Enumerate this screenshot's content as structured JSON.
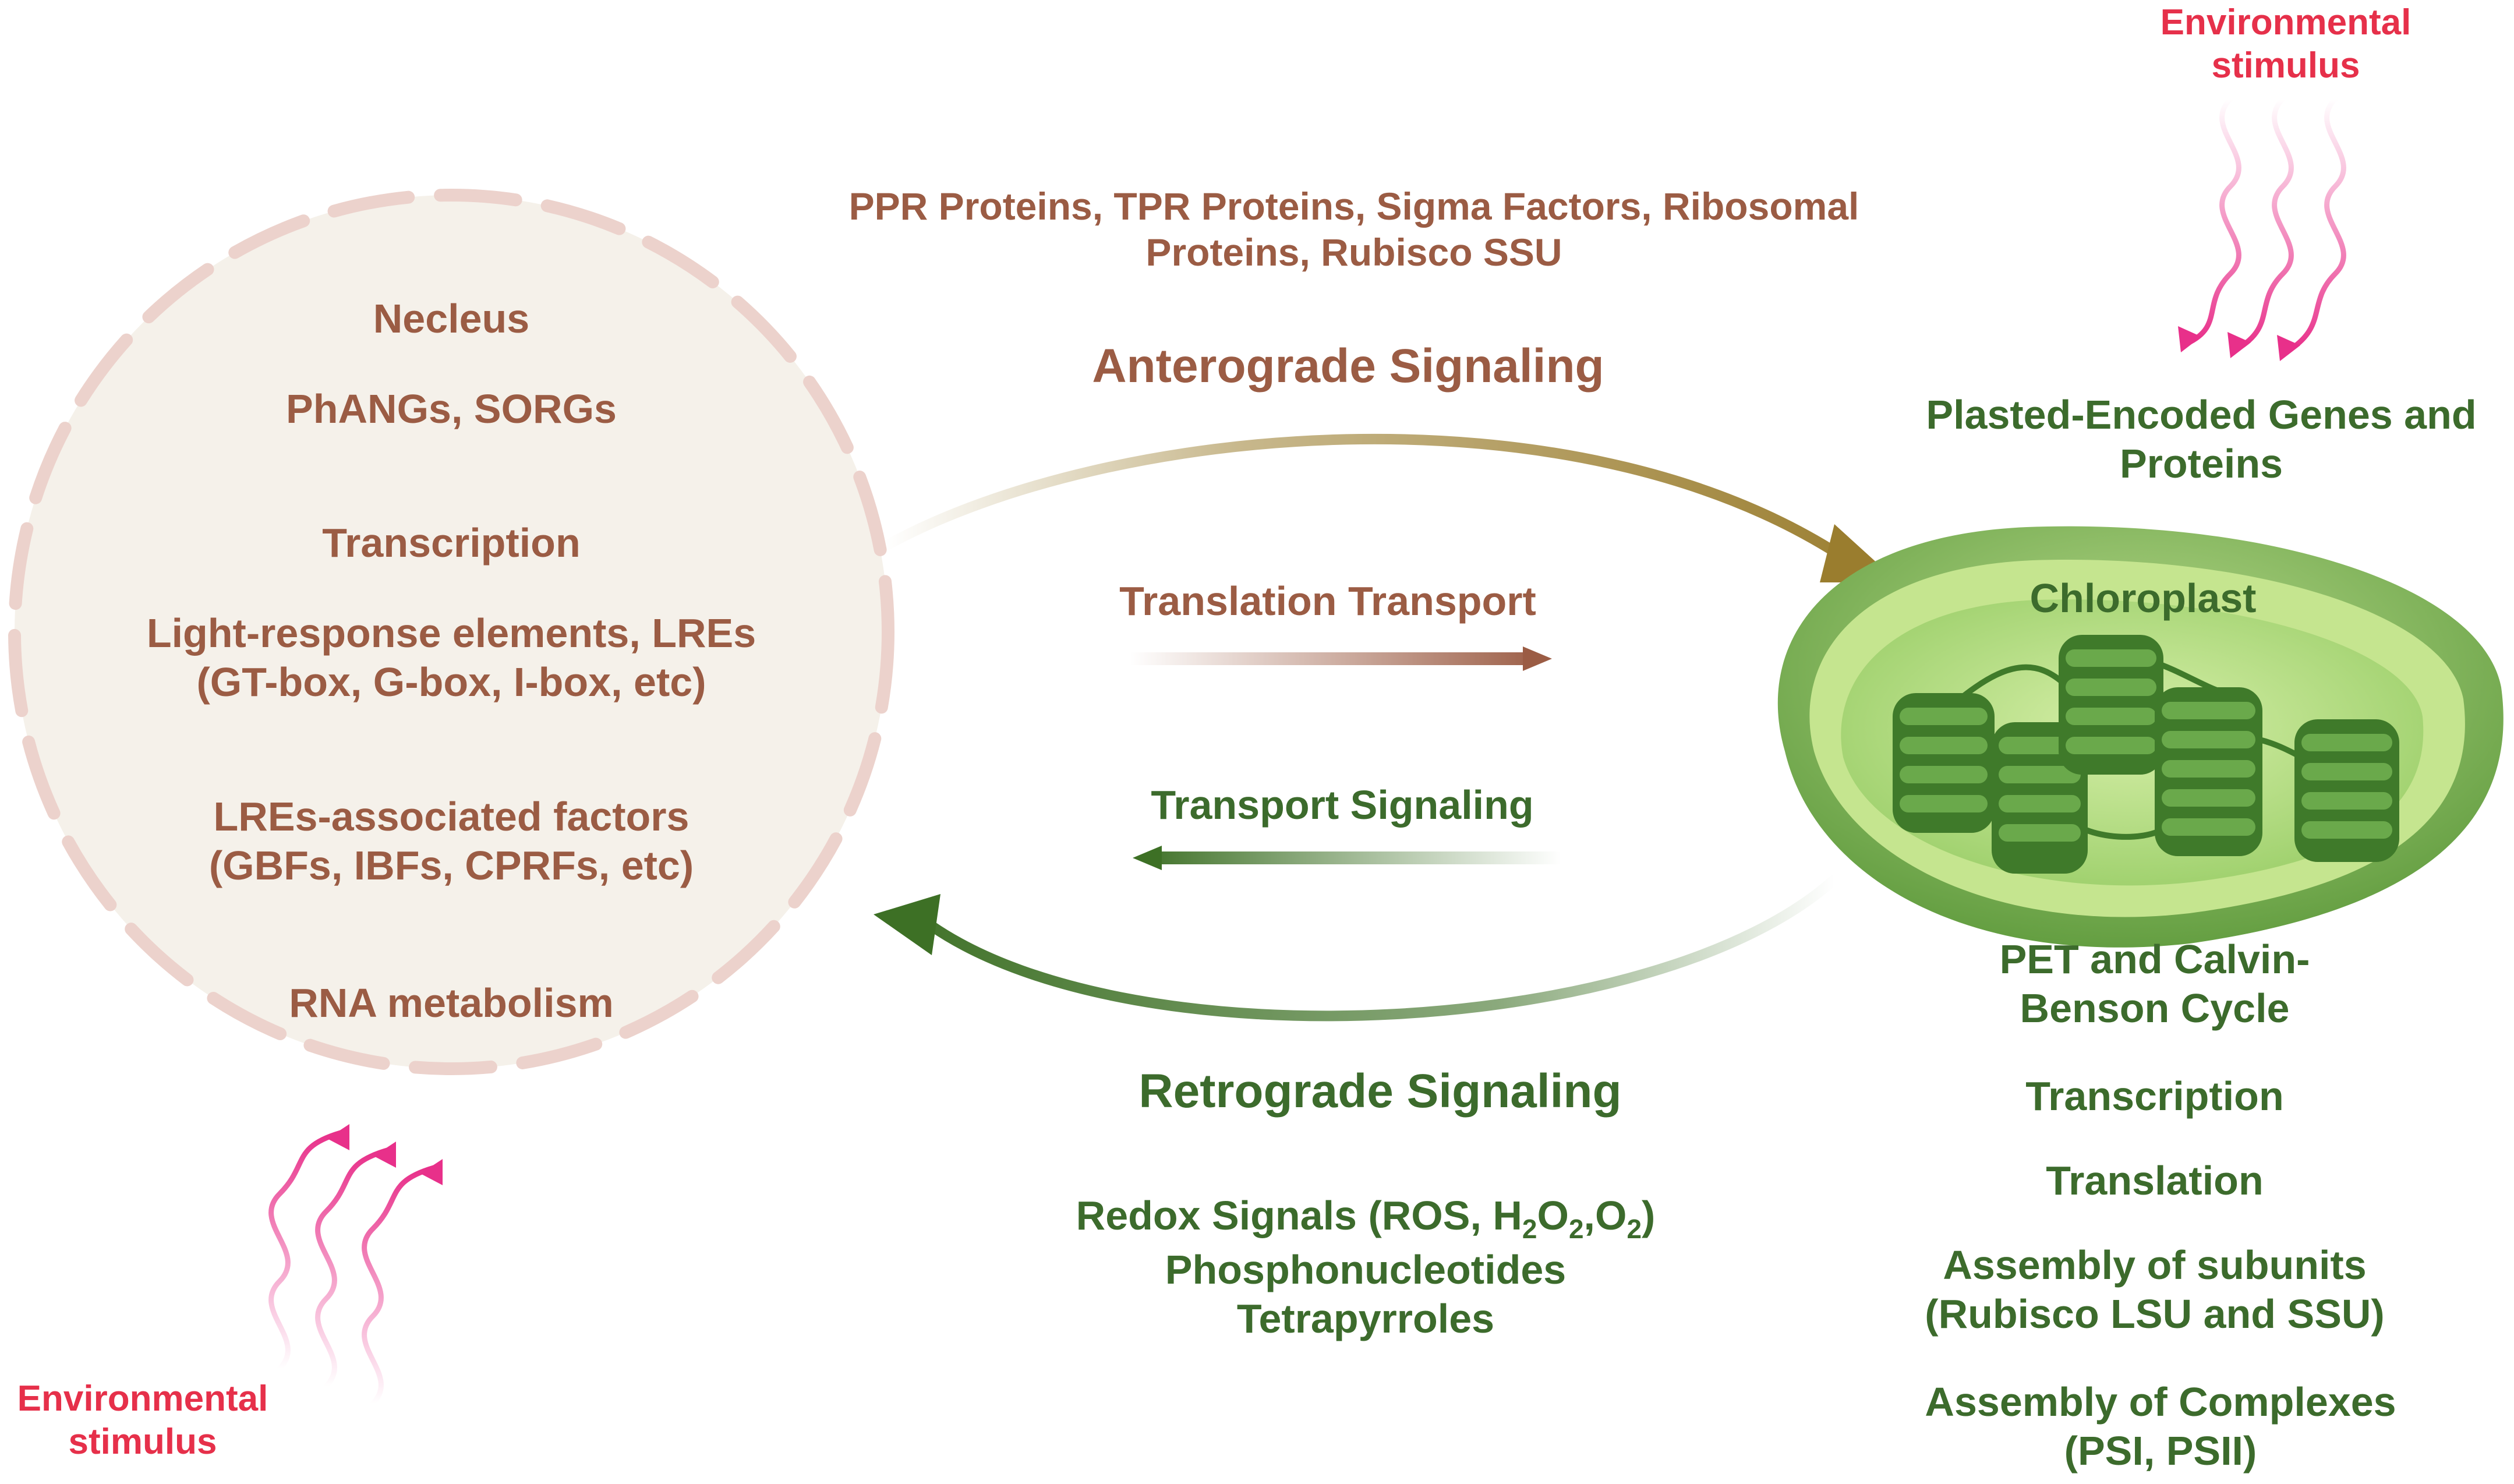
{
  "nucleus": {
    "title": "Necleus",
    "genes": "PhANGs, SORGs",
    "transcription": "Transcription",
    "lre_line1": "Light-response elements, LREs",
    "lre_line2": "(GT-box, G-box, I-box, etc)",
    "factors_line1": "LREs-associated factors",
    "factors_line2": "(GBFs, IBFs, CPRFs, etc)",
    "rna": "RNA metabolism"
  },
  "anterograde": {
    "proteins_line1": "PPR Proteins, TPR Proteins, Sigma Factors, Ribosomal",
    "proteins_line2": "Proteins, Rubisco SSU",
    "title": "Anterograde Signaling",
    "translation_transport": "Translation Transport"
  },
  "retrograde": {
    "transport_signaling": "Transport Signaling",
    "title": "Retrograde Signaling",
    "redox_prefix": "Redox Signals (ROS, H",
    "sub2a": "2",
    "o_letter": "O",
    "sub2b": "2",
    "comma_o": ",O",
    "sub2c": "2",
    "redox_suffix": ")",
    "phospho": "Phosphonucleotides",
    "tetra": "Tetrapyrroles"
  },
  "chloroplast": {
    "genes_line1": "Plasted-Encoded Genes and",
    "genes_line2": "Proteins",
    "title": "Chloroplast",
    "pet_line1": "PET and Calvin-",
    "pet_line2": "Benson Cycle",
    "transcription": "Transcription",
    "translation": "Translation",
    "subunits_line1": "Assembly of subunits",
    "subunits_line2": "(Rubisco LSU and SSU)",
    "complexes_line1": "Assembly of Complexes",
    "complexes_line2": "(PSI, PSII)"
  },
  "stimulus_top": {
    "line1": "Environmental",
    "line2": "stimulus"
  },
  "stimulus_bottom": {
    "line1": "Environmental",
    "line2": "stimulus"
  },
  "colors": {
    "nucleus_fill": "#f5f1ea",
    "nucleus_border": "#ecd2cc",
    "brown_text": "#9b5c44",
    "green_text": "#3c6b2c",
    "red_text": "#e6304a",
    "stimulus_wave": "#e8308a",
    "anterograde_arrow": "#9a7d2e",
    "retrograde_arrow": "#3d7025"
  }
}
